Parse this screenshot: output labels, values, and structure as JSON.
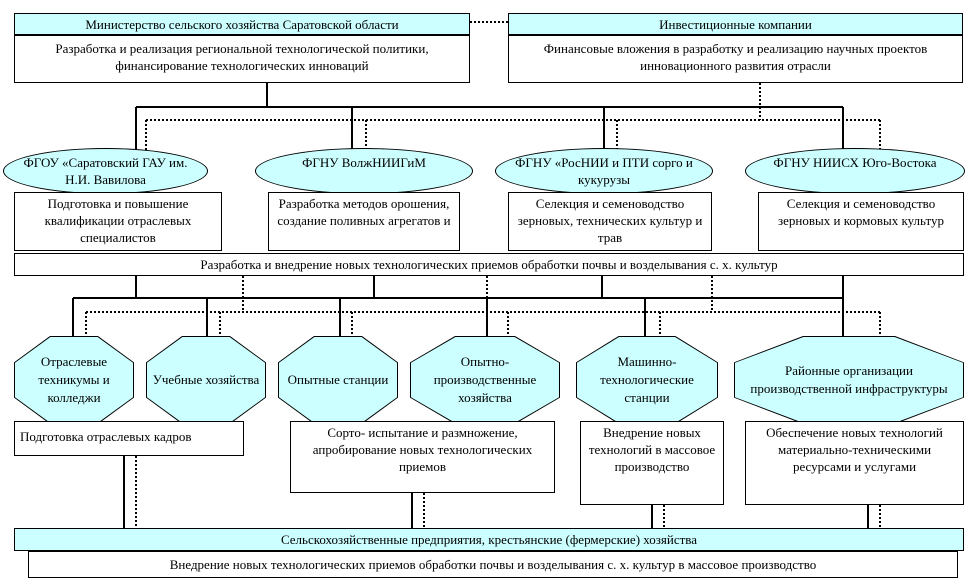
{
  "ministry": {
    "title": "Министерство сельского хозяйства Саратовской области",
    "description": "Разработка и реализация региональной технологической политики, финансирование технологических инноваций"
  },
  "investment": {
    "title": "Инвестиционные компании",
    "description": "Финансовые вложения в разработку и реализацию научных проектов инновационного развития отрасли"
  },
  "institutes": [
    {
      "name": "ФГОУ «Саратовский ГАУ им. Н.И. Вавилова",
      "description": "Подготовка и повышение квалификации отраслевых специалистов"
    },
    {
      "name": "ФГНУ ВолжНИИГиМ",
      "description": "Разработка методов орошения, создание поливных агрегатов и"
    },
    {
      "name": "ФГНУ «РосНИИ и ПТИ сорго и кукурузы",
      "description": "Селекция и семеноводство зерновых, технических культур и трав"
    },
    {
      "name": "ФГНУ НИИСХ Юго-Востока",
      "description": "Селекция и семеноводство зерновых и кормовых культур"
    }
  ],
  "development_bar": "Разработка и внедрение новых технологических приемов обработки почвы и возделывания с. х. культур",
  "organizations": [
    {
      "name": "Отраслевые техникумы и колледжи"
    },
    {
      "name": "Учебные хозяйства"
    },
    {
      "name": "Опытные станции"
    },
    {
      "name": "Опытно-производственные хозяйства"
    },
    {
      "name": "Машинно-технологические станции"
    },
    {
      "name": "Районные организации производственной инфраструктуры"
    }
  ],
  "functions": {
    "training": "Подготовка отраслевых кадров",
    "variety_testing": "Сорто- испытание и размножение, апробирование новых технологических приемов",
    "mass_production": "Внедрение новых технологий в массовое производство",
    "resources": "Обеспечение новых технологий материально-техническими ресурсами и услугами"
  },
  "enterprises": {
    "title": "Сельскохозяйственные предприятия, крестьянские (фермерские) хозяйства",
    "description": "Внедрение новых технологических приемов обработки почвы и возделывания с. х. культур в массовое производство"
  },
  "colors": {
    "box_fill": "#ccffff",
    "line": "#000000",
    "background": "#ffffff"
  }
}
